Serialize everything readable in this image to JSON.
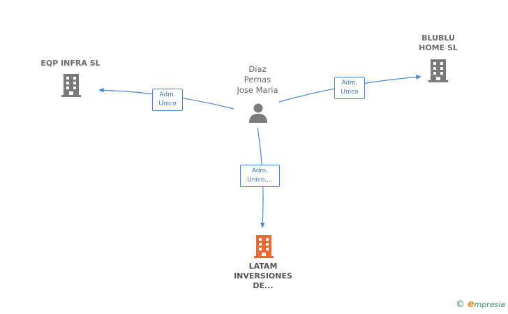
{
  "nodes": {
    "person": {
      "name": "Diaz\nPernas\nJose Maria",
      "icon": "person-icon",
      "color": "#7a7a7a"
    },
    "eqp": {
      "name": "EQP INFRA  SL",
      "icon": "building-icon",
      "color": "#7a7a7a"
    },
    "blublu": {
      "name": "BLUBLU\nHOME SL",
      "icon": "building-icon",
      "color": "#7a7a7a"
    },
    "latam": {
      "name": "LATAM\nINVERSIONES\nDE...",
      "icon": "building-icon",
      "color": "#f06a35"
    }
  },
  "edges": {
    "to_eqp": {
      "label": "Adm.\nUnico"
    },
    "to_blublu": {
      "label": "Adm.\nUnico"
    },
    "to_latam": {
      "label": "Adm.\nUnico,..."
    }
  },
  "colors": {
    "edge": "#4a86d4"
  },
  "brand": {
    "copyright": "©",
    "initial": "e",
    "name": "mpresia"
  }
}
